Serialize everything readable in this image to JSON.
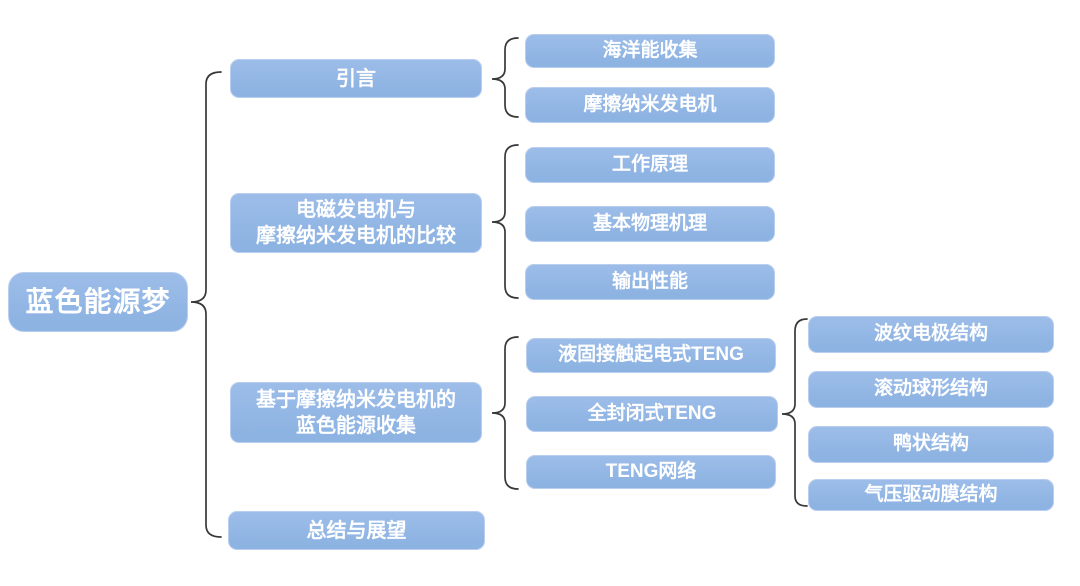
{
  "colors": {
    "background": "#ffffff",
    "node_fill": "#8db3e2",
    "node_fill_light": "#9dbde9",
    "node_border": "#b9cdee",
    "node_text": "#ffffff",
    "brace": "#383838"
  },
  "mindmap": {
    "root": {
      "label": "蓝色能源梦"
    },
    "branches": [
      {
        "label": "引言",
        "children": [
          {
            "label": "海洋能收集"
          },
          {
            "label": "摩擦纳米发电机"
          }
        ]
      },
      {
        "label": "电磁发电机与\n摩擦纳米发电机的比较",
        "children": [
          {
            "label": "工作原理"
          },
          {
            "label": "基本物理机理"
          },
          {
            "label": "输出性能"
          }
        ]
      },
      {
        "label": "基于摩擦纳米发电机的\n蓝色能源收集",
        "children": [
          {
            "label": "液固接触起电式TENG"
          },
          {
            "label": "全封闭式TENG",
            "children": [
              {
                "label": "波纹电极结构"
              },
              {
                "label": "滚动球形结构"
              },
              {
                "label": "鸭状结构"
              },
              {
                "label": "气压驱动膜结构"
              }
            ]
          },
          {
            "label": "TENG网络"
          }
        ]
      },
      {
        "label": "总结与展望"
      }
    ]
  }
}
